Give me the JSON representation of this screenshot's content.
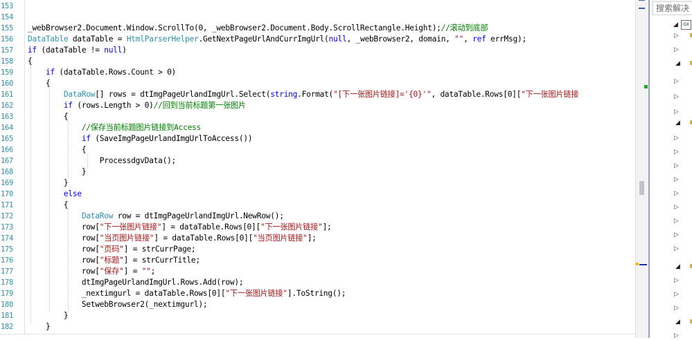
{
  "editor": {
    "line_numbers": [
      "153",
      "154",
      "155",
      "156",
      "157",
      "158",
      "159",
      "160",
      "161",
      "162",
      "163",
      "164",
      "165",
      "166",
      "167",
      "168",
      "169",
      "170",
      "171",
      "172",
      "173",
      "174",
      "175",
      "176",
      "177",
      "178",
      "179",
      "180",
      "181",
      "182"
    ],
    "lines": [
      [],
      [],
      [
        {
          "t": "_webBrowser2.Document.Window.ScrollTo(0, _webBrowser2.Document.Body.ScrollRectangle.Height);",
          "c": "plain"
        },
        {
          "t": "//滚动到底部",
          "c": "com"
        }
      ],
      [
        {
          "t": "DataTable",
          "c": "type"
        },
        {
          "t": " dataTable = ",
          "c": "plain"
        },
        {
          "t": "HtmlParserHelper",
          "c": "type"
        },
        {
          "t": ".GetNextPageUrlAndCurrImgUrl(",
          "c": "plain"
        },
        {
          "t": "null",
          "c": "kw"
        },
        {
          "t": ", _webBrowser2, domain, ",
          "c": "plain"
        },
        {
          "t": "\"\"",
          "c": "str"
        },
        {
          "t": ", ",
          "c": "plain"
        },
        {
          "t": "ref",
          "c": "kw"
        },
        {
          "t": " errMsg);",
          "c": "plain"
        }
      ],
      [
        {
          "t": "if",
          "c": "kw"
        },
        {
          "t": " (dataTable != ",
          "c": "plain"
        },
        {
          "t": "null",
          "c": "kw"
        },
        {
          "t": ")",
          "c": "plain"
        }
      ],
      [
        {
          "t": "{",
          "c": "plain"
        }
      ],
      [
        {
          "t": "    ",
          "c": "plain"
        },
        {
          "t": "if",
          "c": "kw"
        },
        {
          "t": " (dataTable.Rows.Count > 0)",
          "c": "plain"
        }
      ],
      [
        {
          "t": "    {",
          "c": "plain"
        }
      ],
      [
        {
          "t": "        ",
          "c": "plain"
        },
        {
          "t": "DataRow",
          "c": "type"
        },
        {
          "t": "[] rows = dtImgPageUrlandImgUrl.Select(",
          "c": "plain"
        },
        {
          "t": "string",
          "c": "kw"
        },
        {
          "t": ".Format(",
          "c": "plain"
        },
        {
          "t": "\"[下一张图片链接]='{0}'\"",
          "c": "str"
        },
        {
          "t": ", dataTable.Rows[0][",
          "c": "plain"
        },
        {
          "t": "\"下一张图片链接",
          "c": "str"
        }
      ],
      [
        {
          "t": "        ",
          "c": "plain"
        },
        {
          "t": "if",
          "c": "kw"
        },
        {
          "t": " (rows.Length > 0)",
          "c": "plain"
        },
        {
          "t": "//回到当前标题第一张图片",
          "c": "com"
        }
      ],
      [
        {
          "t": "        {",
          "c": "plain"
        }
      ],
      [
        {
          "t": "            ",
          "c": "plain"
        },
        {
          "t": "//保存当前标题图片链接到Access",
          "c": "com"
        }
      ],
      [
        {
          "t": "            ",
          "c": "plain"
        },
        {
          "t": "if",
          "c": "kw"
        },
        {
          "t": " (SaveImgPageUrlandImgUrlToAccess())",
          "c": "plain"
        }
      ],
      [
        {
          "t": "            {",
          "c": "plain"
        }
      ],
      [
        {
          "t": "                ProcessdgvData();",
          "c": "plain"
        }
      ],
      [
        {
          "t": "            }",
          "c": "plain"
        }
      ],
      [
        {
          "t": "        }",
          "c": "plain"
        }
      ],
      [
        {
          "t": "        ",
          "c": "plain"
        },
        {
          "t": "else",
          "c": "kw"
        }
      ],
      [
        {
          "t": "        {",
          "c": "plain"
        }
      ],
      [
        {
          "t": "            ",
          "c": "plain"
        },
        {
          "t": "DataRow",
          "c": "type"
        },
        {
          "t": " row = dtImgPageUrlandImgUrl.NewRow();",
          "c": "plain"
        }
      ],
      [
        {
          "t": "            row[",
          "c": "plain"
        },
        {
          "t": "\"下一张图片链接\"",
          "c": "str"
        },
        {
          "t": "] = dataTable.Rows[0][",
          "c": "plain"
        },
        {
          "t": "\"下一张图片链接\"",
          "c": "str"
        },
        {
          "t": "];",
          "c": "plain"
        }
      ],
      [
        {
          "t": "            row[",
          "c": "plain"
        },
        {
          "t": "\"当页图片链接\"",
          "c": "str"
        },
        {
          "t": "] = dataTable.Rows[0][",
          "c": "plain"
        },
        {
          "t": "\"当页图片链接\"",
          "c": "str"
        },
        {
          "t": "];",
          "c": "plain"
        }
      ],
      [
        {
          "t": "            row[",
          "c": "plain"
        },
        {
          "t": "\"页码\"",
          "c": "str"
        },
        {
          "t": "] = strCurrPage;",
          "c": "plain"
        }
      ],
      [
        {
          "t": "            row[",
          "c": "plain"
        },
        {
          "t": "\"标题\"",
          "c": "str"
        },
        {
          "t": "] = strCurrTitle;",
          "c": "plain"
        }
      ],
      [
        {
          "t": "            row[",
          "c": "plain"
        },
        {
          "t": "\"保存\"",
          "c": "str"
        },
        {
          "t": "] = ",
          "c": "plain"
        },
        {
          "t": "\"\"",
          "c": "str"
        },
        {
          "t": ";",
          "c": "plain"
        }
      ],
      [
        {
          "t": "            dtImgPageUrlandImgUrl.Rows.Add(row);",
          "c": "plain"
        }
      ],
      [
        {
          "t": "            _nextimgurl = dataTable.Rows[0][",
          "c": "plain"
        },
        {
          "t": "\"下一张图片链接\"",
          "c": "str"
        },
        {
          "t": "].ToString();",
          "c": "plain"
        }
      ],
      [
        {
          "t": "            SetwebBrowser2(_nextimgurl);",
          "c": "plain"
        }
      ],
      [
        {
          "t": "        }",
          "c": "plain"
        }
      ],
      [
        {
          "t": "    }",
          "c": "plain"
        }
      ]
    ]
  },
  "side_panel": {
    "search_placeholder": "搜索解决",
    "file_icon_label": "C#",
    "tree_nodes": [
      {
        "state": "collapsed",
        "icon": "dot"
      },
      {
        "state": "collapsed",
        "icon": "none"
      },
      {
        "state": "expanded",
        "icon": "dot"
      },
      {
        "state": "collapsed",
        "icon": "none"
      },
      {
        "state": "collapsed",
        "icon": "none"
      },
      {
        "state": "collapsed",
        "icon": "none"
      },
      {
        "state": "expanded",
        "icon": "dot"
      },
      {
        "state": "collapsed",
        "icon": "none"
      },
      {
        "state": "collapsed",
        "icon": "none"
      },
      {
        "state": "collapsed",
        "icon": "none"
      },
      {
        "state": "collapsed",
        "icon": "none"
      },
      {
        "state": "collapsed",
        "icon": "none"
      },
      {
        "state": "collapsed",
        "icon": "none"
      },
      {
        "state": "collapsed",
        "icon": "none"
      },
      {
        "state": "collapsed",
        "icon": "none"
      },
      {
        "state": "collapsed",
        "icon": "none"
      },
      {
        "state": "expanded",
        "icon": "dot"
      },
      {
        "state": "collapsed",
        "icon": "none"
      },
      {
        "state": "collapsed",
        "icon": "none"
      },
      {
        "state": "collapsed",
        "icon": "none"
      },
      {
        "state": "expanded",
        "icon": "dot"
      },
      {
        "state": "collapsed",
        "icon": "none"
      },
      {
        "state": "collapsed",
        "icon": "none"
      },
      {
        "state": "collapsed",
        "icon": "none"
      },
      {
        "state": "collapsed",
        "icon": "none"
      },
      {
        "state": "collapsed",
        "icon": "none"
      }
    ]
  },
  "colors": {
    "keyword": "#0000ff",
    "type": "#2b91af",
    "string": "#a31515",
    "comment": "#008000",
    "line_number": "#2b91af"
  }
}
